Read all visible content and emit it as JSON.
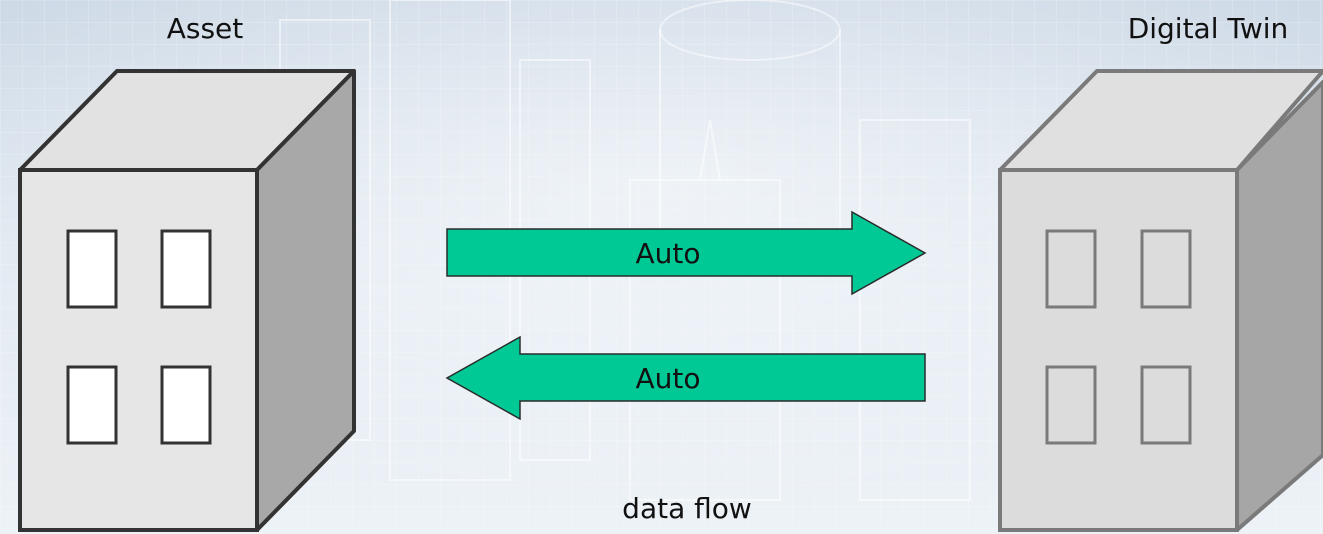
{
  "diagram": {
    "asset_label": "Asset",
    "twin_label": "Digital Twin",
    "arrow_top_label": "Auto",
    "arrow_bottom_label": "Auto",
    "caption": "data flow"
  },
  "colors": {
    "arrow_fill": "#00c995",
    "asset_front": "#e6e6e6",
    "asset_top": "#e2e2e2",
    "asset_side": "#a8a8a8",
    "asset_stroke": "#333333",
    "twin_front": "#dcdcdc",
    "twin_top": "#e0e0e0",
    "twin_side": "#a6a6a6",
    "twin_stroke": "#7a7a7a"
  }
}
